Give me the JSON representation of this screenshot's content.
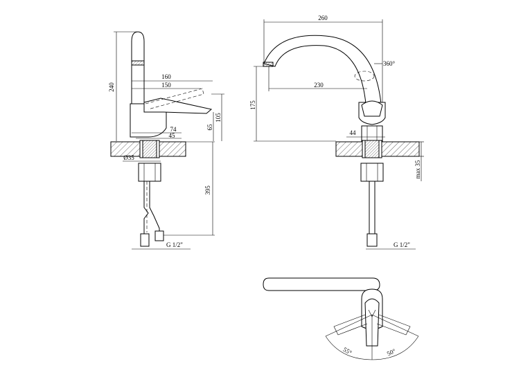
{
  "side_view": {
    "dims": {
      "height_total": "240",
      "lever_reach_outer": "160",
      "lever_reach_inner": "150",
      "lever_height": "105",
      "body_height": "65",
      "body_width_outer": "74",
      "body_width_inner": "45",
      "base_diameter": "Ø35",
      "hose_length": "395",
      "thread": "G 1/2\""
    }
  },
  "front_view": {
    "dims": {
      "overall_width": "260",
      "spout_reach": "230",
      "rotation": "360°",
      "spout_height": "175",
      "base_width": "44",
      "max_thickness": "max 35",
      "thread": "G 1/2\""
    }
  },
  "top_view": {
    "dims": {
      "angle_left": "55°",
      "angle_right": "50°"
    }
  }
}
